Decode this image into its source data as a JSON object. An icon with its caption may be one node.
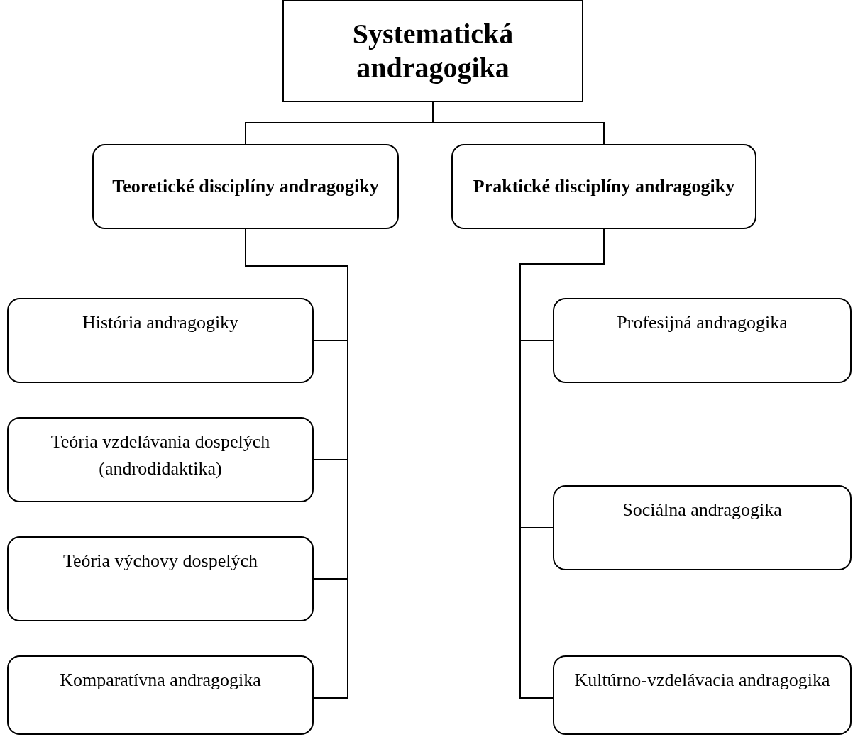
{
  "diagram": {
    "nodes": [
      {
        "text": [
          "Systematická andragogika"
        ]
      },
      {
        "text": [
          "Teoretické disciplíny andragogiky"
        ]
      },
      {
        "text": [
          "Praktické disciplíny andragogiky"
        ]
      },
      {
        "text": [
          "História andragogiky"
        ]
      },
      {
        "text": [
          "Teória vzdelávania dospelých (androdidaktika)"
        ]
      },
      {
        "text": [
          "Teória výchovy dospelých"
        ]
      },
      {
        "text": [
          "Komparatívna andragogika"
        ]
      },
      {
        "text": [
          "Profesijná andragogika"
        ]
      },
      {
        "text": [
          "Sociálna andragogika"
        ]
      },
      {
        "text": [
          "Kultúrno-vzdelávacia andragogika"
        ]
      }
    ],
    "edges": [
      {
        "from": 0,
        "to": 1,
        "arrow": "none"
      },
      {
        "from": 0,
        "to": 2,
        "arrow": "none"
      },
      {
        "from": 1,
        "to": 3,
        "arrow": "none"
      },
      {
        "from": 1,
        "to": 4,
        "arrow": "none"
      },
      {
        "from": 1,
        "to": 5,
        "arrow": "none"
      },
      {
        "from": 1,
        "to": 6,
        "arrow": "none"
      },
      {
        "from": 2,
        "to": 7,
        "arrow": "none"
      },
      {
        "from": 2,
        "to": 8,
        "arrow": "none"
      },
      {
        "from": 2,
        "to": 9,
        "arrow": "none"
      }
    ]
  }
}
